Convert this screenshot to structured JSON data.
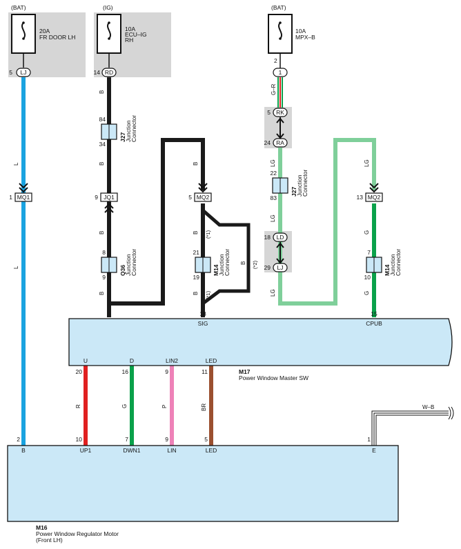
{
  "fuses": [
    {
      "source": "(BAT)",
      "rating": "20A",
      "name": "FR DOOR LH",
      "name2": "",
      "pin": "5",
      "terminal": "LJ"
    },
    {
      "source": "(IG)",
      "rating": "10A",
      "name": "ECU–IG",
      "name2": "RH",
      "pin": "14",
      "terminal": "RD"
    },
    {
      "source": "(BAT)",
      "rating": "10A",
      "name": "MPX–B",
      "name2": "",
      "pin": "2",
      "terminal": "1"
    }
  ],
  "wire_colors": {
    "L": "L",
    "B": "B",
    "GR": "G–R",
    "LG": "LG",
    "G": "G",
    "R": "R",
    "P": "P",
    "BR": "BR",
    "WB": "W–B"
  },
  "inline_connectors": {
    "mq1": {
      "pin": "1",
      "label": "MQ1"
    },
    "jq1": {
      "pin": "9",
      "label": "JQ1"
    },
    "mq2_sig": {
      "pin": "5",
      "label": "MQ2"
    },
    "mq2_cpub": {
      "pin": "13",
      "label": "MQ2"
    },
    "rk": {
      "pin": "5",
      "label": "RK"
    },
    "ra": {
      "pin": "24",
      "label": "RA"
    },
    "ld": {
      "pin": "18",
      "label": "LD"
    },
    "lj": {
      "pin": "29",
      "label": "LJ"
    }
  },
  "junctions": {
    "j27_ig": {
      "code": "J27",
      "desc1": "Junction",
      "desc2": "Connector",
      "pin_top": "84",
      "pin_bottom": "34"
    },
    "q36": {
      "code": "Q36",
      "desc1": "Junction",
      "desc2": "Connector",
      "pin_top": "8",
      "pin_bottom": "9"
    },
    "m14_sig": {
      "code": "M14",
      "desc1": "Junction",
      "desc2": "Connector",
      "pin_top": "21",
      "pin_bottom": "19"
    },
    "j27_lg": {
      "code": "J27",
      "desc1": "Junction",
      "desc2": "Connector",
      "pin_top": "22",
      "pin_bottom": "83"
    },
    "m14_cpub": {
      "code": "M14",
      "desc1": "Junction",
      "desc2": "Connector",
      "pin_top": "7",
      "pin_bottom": "10"
    }
  },
  "notes": {
    "n1": "(*1)",
    "n2": "(*2)"
  },
  "m17": {
    "code": "M17",
    "name": "Power Window Master SW",
    "sig_pin": "18",
    "sig_label": "SIG",
    "cpub_pin": "15",
    "cpub_label": "CPUB",
    "terminals": [
      {
        "label": "U",
        "pin": "20"
      },
      {
        "label": "D",
        "pin": "16"
      },
      {
        "label": "LIN2",
        "pin": "9"
      },
      {
        "label": "LED",
        "pin": "11"
      }
    ]
  },
  "m16": {
    "code": "M16",
    "name": "Power Window Regulator Motor",
    "name2": "(Front LH)",
    "terminals": [
      {
        "label": "B",
        "pin": "2"
      },
      {
        "label": "UP1",
        "pin": "10"
      },
      {
        "label": "DWN1",
        "pin": "7"
      },
      {
        "label": "LIN",
        "pin": "9"
      },
      {
        "label": "LED",
        "pin": "5"
      },
      {
        "label": "E",
        "pin": "1"
      }
    ]
  },
  "colors": {
    "blue": "#1aa3e0",
    "black": "#1a1a1a",
    "lightgreen": "#7fcf9a",
    "green": "#0aa14a",
    "red": "#e02020",
    "pink": "#ee82b8",
    "brown": "#9b5030",
    "component": "#cbe8f7",
    "fusebg": "#d6d6d6"
  }
}
